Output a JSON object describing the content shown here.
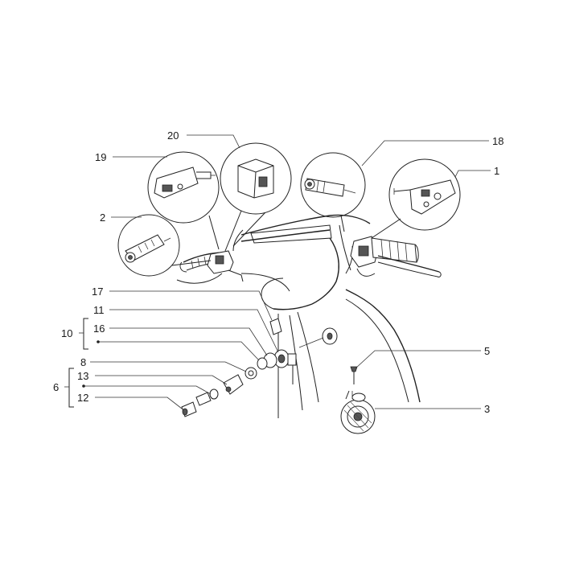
{
  "diagram": {
    "callouts": [
      {
        "id": "c1",
        "label": "1"
      },
      {
        "id": "c2",
        "label": "2"
      },
      {
        "id": "c3",
        "label": "3"
      },
      {
        "id": "c5",
        "label": "5"
      },
      {
        "id": "c6",
        "label": "6"
      },
      {
        "id": "c8",
        "label": "8"
      },
      {
        "id": "c10",
        "label": "10"
      },
      {
        "id": "c11",
        "label": "11"
      },
      {
        "id": "c12",
        "label": "12"
      },
      {
        "id": "c13",
        "label": "13"
      },
      {
        "id": "c16",
        "label": "16"
      },
      {
        "id": "c17",
        "label": "17"
      },
      {
        "id": "c18",
        "label": "18"
      },
      {
        "id": "c19",
        "label": "19"
      },
      {
        "id": "c20",
        "label": "20"
      }
    ]
  }
}
